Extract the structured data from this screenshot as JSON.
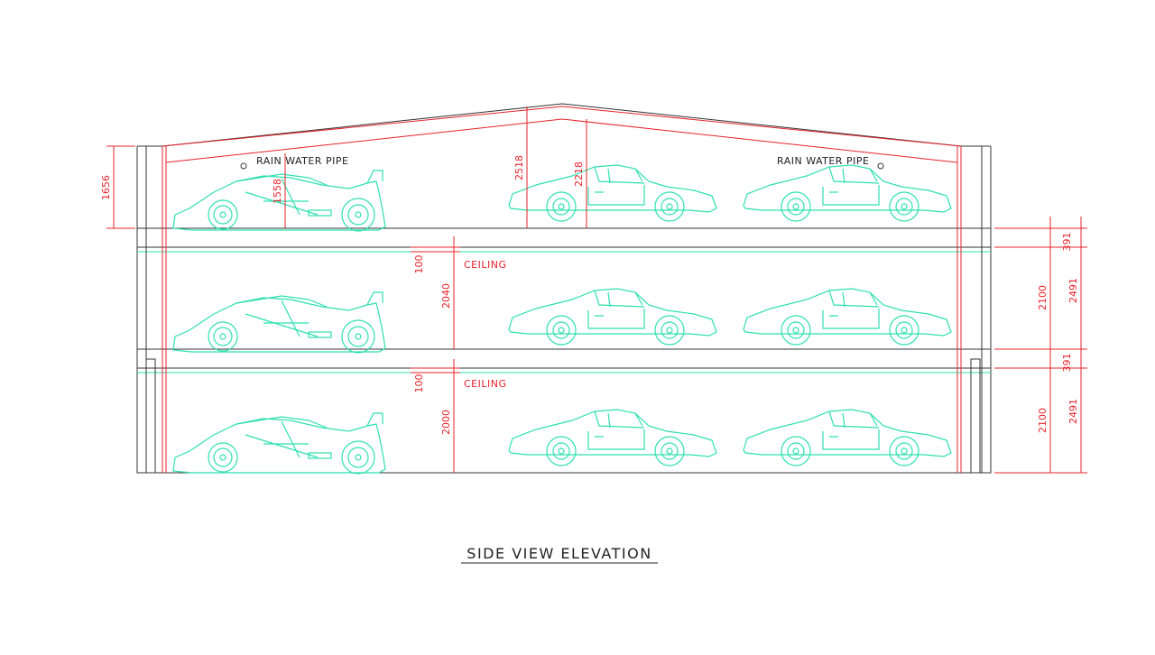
{
  "title": "SIDE VIEW ELEVATION",
  "labels": {
    "rain_water_pipe_left": "RAIN  WATER  PIPE",
    "rain_water_pipe_right": "RAIN  WATER  PIPE",
    "ceiling_upper": "CEILING",
    "ceiling_lower": "CEILING"
  },
  "dimensions": {
    "left_eave_height": "1656",
    "mclaren_height": "1558",
    "roof_rise_left": "2518",
    "roof_rise_right": "2218",
    "ceiling_gap_upper": "100",
    "ceiling_gap_lower": "100",
    "middle_clear_height": "2040",
    "bottom_clear_height": "2000",
    "right_slab_upper": "391",
    "right_slab_lower": "391",
    "right_clear_upper": "2100",
    "right_clear_lower": "2100",
    "right_total_upper": "2491",
    "right_total_lower": "2491"
  },
  "colors": {
    "dimension": "#e8232a",
    "car_outline": "#2ee0b0",
    "structure": "#333333"
  },
  "icons": {
    "supercar": "mclaren-f1-side-outline",
    "coupe": "porsche-911-side-outline"
  }
}
